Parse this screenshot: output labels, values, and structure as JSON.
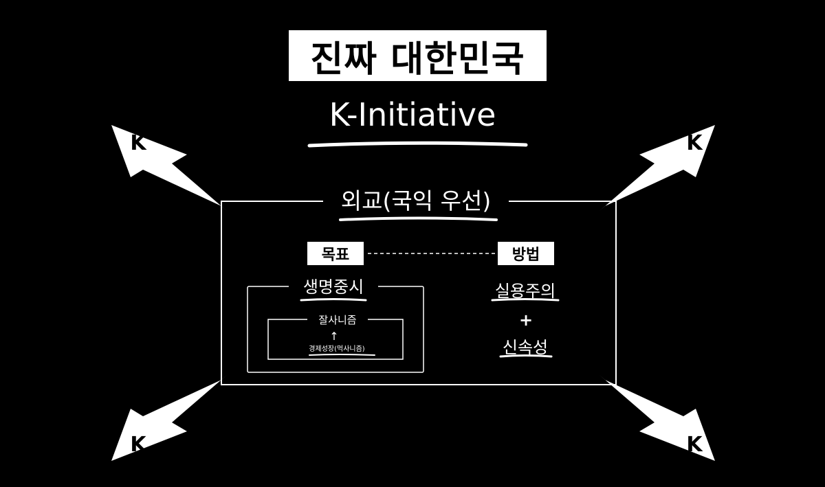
{
  "title": "진짜 대한민국",
  "subtitle": "K-Initiative",
  "diplomacy": {
    "label": "외교(국익 우선)",
    "goal": {
      "badge": "목표",
      "label": "생명중시",
      "inner_label": "잘사니즘",
      "inner_arrow": "↑",
      "inner_sub": "경제성장(먹사니즘)"
    },
    "method": {
      "badge": "방법",
      "item1": "실용주의",
      "plus": "+",
      "item2": "신속성"
    }
  },
  "corner_arrows": {
    "top_left": "K",
    "top_right": "K",
    "bottom_left": "K",
    "bottom_right": "K"
  }
}
